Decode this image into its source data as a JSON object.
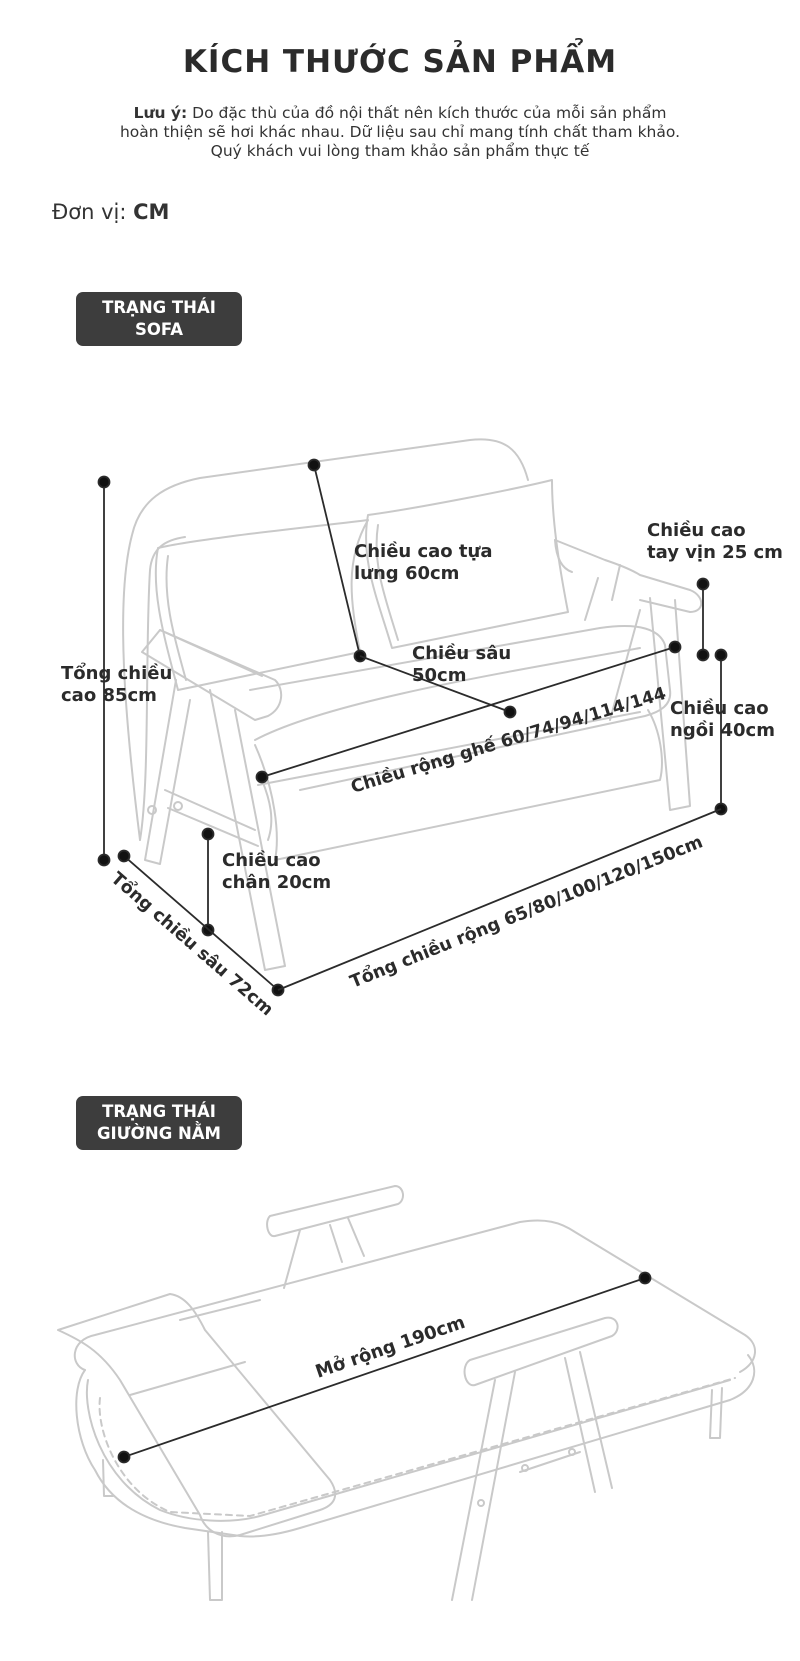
{
  "title": "KÍCH THƯỚC SẢN PHẨM",
  "note": {
    "label": "Lưu ý:",
    "line1": "Do đặc thù của đồ nội thất nên kích thước của mỗi sản phẩm",
    "line2": "hoàn thiện sẽ hơi khác nhau. Dữ liệu sau chỉ mang tính chất tham khảo.",
    "line3": "Quý khách vui lòng tham khảo sản phẩm thực tế"
  },
  "unit": {
    "label": "Đơn vị:",
    "value": "CM"
  },
  "sofa_state": {
    "badge": [
      "TRẠNG THÁI",
      "SOFA"
    ],
    "dimensions": {
      "total_height": [
        "Tổng chiều",
        "cao 85cm"
      ],
      "back_height": [
        "Chiều cao tựa",
        "lưng 60cm"
      ],
      "depth": [
        "Chiều sâu",
        "50cm"
      ],
      "armrest_height": [
        "Chiều cao",
        "tay vịn 25 cm"
      ],
      "seat_height": [
        "Chiều cao",
        "ngồi 40cm"
      ],
      "seat_width": "Chiều rộng ghế 60/74/94/114/144",
      "leg_height": [
        "Chiều cao",
        "chân 20cm"
      ],
      "total_depth": "Tổng chiều sâu 72cm",
      "total_width": "Tổng chiều rộng 65/80/100/120/150cm"
    }
  },
  "bed_state": {
    "badge": [
      "TRẠNG THÁI",
      "GIƯỜNG NẰM"
    ],
    "dimensions": {
      "extended_length": "Mở rộng 190cm"
    }
  },
  "colors": {
    "ink": "#2b2b2b",
    "outline": "#c9c9c9",
    "badge_bg": "#3d3d3d"
  },
  "icons": [
    "sofa-illustration",
    "sofa-bed-illustration"
  ]
}
